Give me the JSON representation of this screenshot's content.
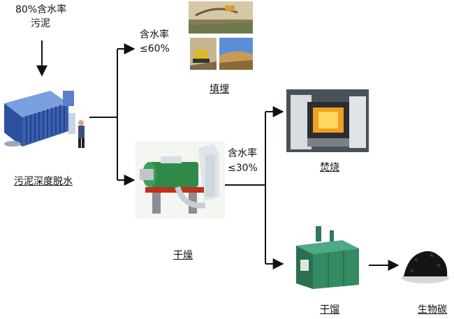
{
  "input": {
    "line1": "80%含水率",
    "line2": "污泥"
  },
  "branch_top": {
    "line1": "含水率",
    "line2": "≤60%"
  },
  "branch_bottom": {
    "line1": "含水率",
    "line2": "≤30%"
  },
  "labels": {
    "dewatering": "污泥深度脱水",
    "landfill": "填埋",
    "drying": "干燥",
    "incineration": "焚烧",
    "carbonization": "干馏",
    "biochar": "生物碳"
  },
  "colors": {
    "line": "#111111",
    "machine_blue": "#3a5fb0",
    "machine_green": "#2f8a4a",
    "fire": "#f2a020",
    "char": "#151515"
  }
}
